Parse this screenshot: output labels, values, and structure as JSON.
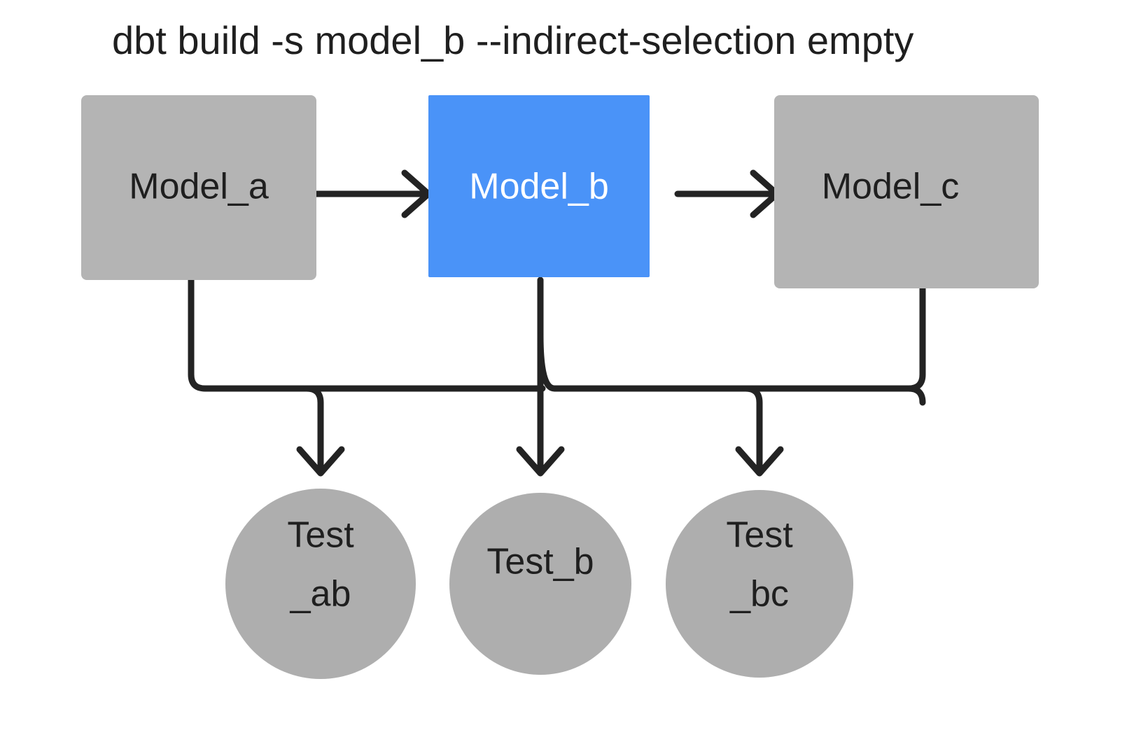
{
  "title": {
    "text": "dbt build -s model_b --indirect-selection empty"
  },
  "colors": {
    "background": "#ffffff",
    "node_default_fill": "#b4b4b4",
    "node_selected_fill": "#4a93f8",
    "node_text": "#1f1f1f",
    "node_selected_text": "#ffffff",
    "edge_stroke": "#232323"
  },
  "models": [
    {
      "id": "model_a",
      "label": "Model_a",
      "selected": false
    },
    {
      "id": "model_b",
      "label": "Model_b",
      "selected": true
    },
    {
      "id": "model_c",
      "label": "Model_c",
      "selected": false
    }
  ],
  "tests": [
    {
      "id": "test_ab",
      "label_line1": "Test",
      "label_line2": "_ab",
      "label": "Test_ab"
    },
    {
      "id": "test_b",
      "label_line1": "Test_b",
      "label_line2": "",
      "label": "Test_b"
    },
    {
      "id": "test_bc",
      "label_line1": "Test",
      "label_line2": "_bc",
      "label": "Test_bc"
    }
  ],
  "edges": [
    {
      "from": "model_a",
      "to": "model_b",
      "kind": "horizontal"
    },
    {
      "from": "model_b",
      "to": "model_c",
      "kind": "horizontal"
    },
    {
      "from": "model_a",
      "to": "test_ab",
      "kind": "elbow"
    },
    {
      "from": "model_b",
      "to": "test_ab",
      "kind": "elbow"
    },
    {
      "from": "model_b",
      "to": "test_b",
      "kind": "straight"
    },
    {
      "from": "model_b",
      "to": "test_bc",
      "kind": "elbow"
    },
    {
      "from": "model_c",
      "to": "test_bc",
      "kind": "elbow"
    }
  ]
}
